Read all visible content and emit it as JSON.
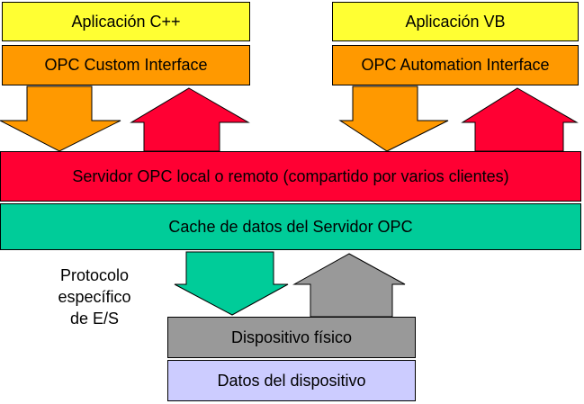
{
  "boxes": {
    "app_cpp": "Aplicación C++",
    "custom_interface": "OPC Custom Interface",
    "app_vb": "Aplicación VB",
    "automation_interface": "OPC Automation Interface",
    "server": "Servidor OPC local o remoto (compartido por varios clientes)",
    "cache": "Cache de datos del Servidor OPC",
    "device": "Dispositivo físico",
    "device_data": "Datos del dispositivo"
  },
  "protocol_label": [
    "Protocolo",
    "específico",
    "de E/S"
  ],
  "colors": {
    "app": "#FFFF33",
    "interface": "#FF9900",
    "server": "#FF0033",
    "cache": "#00CC99",
    "device": "#999999",
    "device_data": "#CCCCFF",
    "arrow_down": "#FF9900",
    "arrow_up": "#FF0033",
    "arrow_protocol_down": "#00CC99",
    "arrow_protocol_up": "#999999"
  }
}
